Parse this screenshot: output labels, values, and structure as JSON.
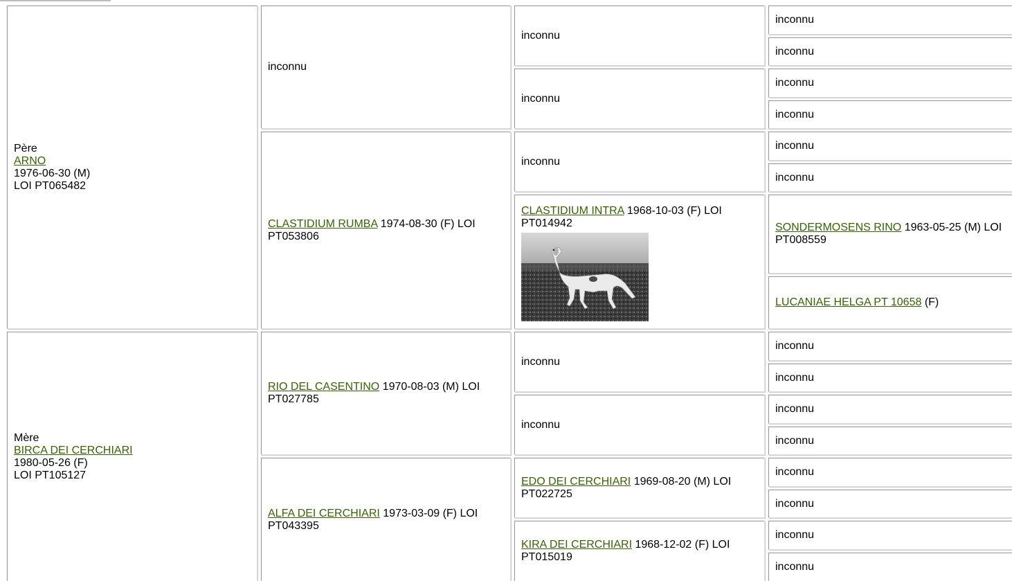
{
  "unknown": "inconnu",
  "pere": {
    "role": "Père",
    "name": "ARNO",
    "date": "1976-06-30 (M)",
    "reg": "LOI PT065482"
  },
  "mere": {
    "role": "Mère",
    "name": "BIRCA DEI CERCHIARI",
    "date": "1980-05-26 (F)",
    "reg": "LOI PT105127"
  },
  "gen2": {
    "clastidium_rumba": {
      "name": "CLASTIDIUM RUMBA",
      "info": " 1974-08-30 (F) LOI PT053806"
    },
    "rio": {
      "name": "RIO DEL CASENTINO",
      "info": " 1970-08-03 (M) LOI PT027785"
    },
    "alfa": {
      "name": "ALFA DEI CERCHIARI",
      "info": " 1973-03-09 (F) LOI PT043395"
    }
  },
  "gen3": {
    "clastidium_intra": {
      "name": "CLASTIDIUM INTRA",
      "info": " 1968-10-03 (F) LOI PT014942"
    },
    "edo": {
      "name": "EDO DEI CERCHIARI",
      "info": " 1969-08-20 (M) LOI PT022725"
    },
    "kira": {
      "name": "KIRA DEI CERCHIARI",
      "info": " 1968-12-02 (F) LOI PT015019"
    }
  },
  "gen4": {
    "sondermosens": {
      "name": "SONDERMOSENS RINO",
      "info": " 1963-05-25 (M) LOI PT008559"
    },
    "lucaniae": {
      "name": "LUCANIAE HELGA PT 10658",
      "info": " (F)"
    }
  },
  "photo": {
    "subject": "dog-photo",
    "tone": "grayscale"
  },
  "colors": {
    "link": "#336600",
    "border_dark": "#9a9a9a",
    "border_light": "#e2e2e2"
  }
}
